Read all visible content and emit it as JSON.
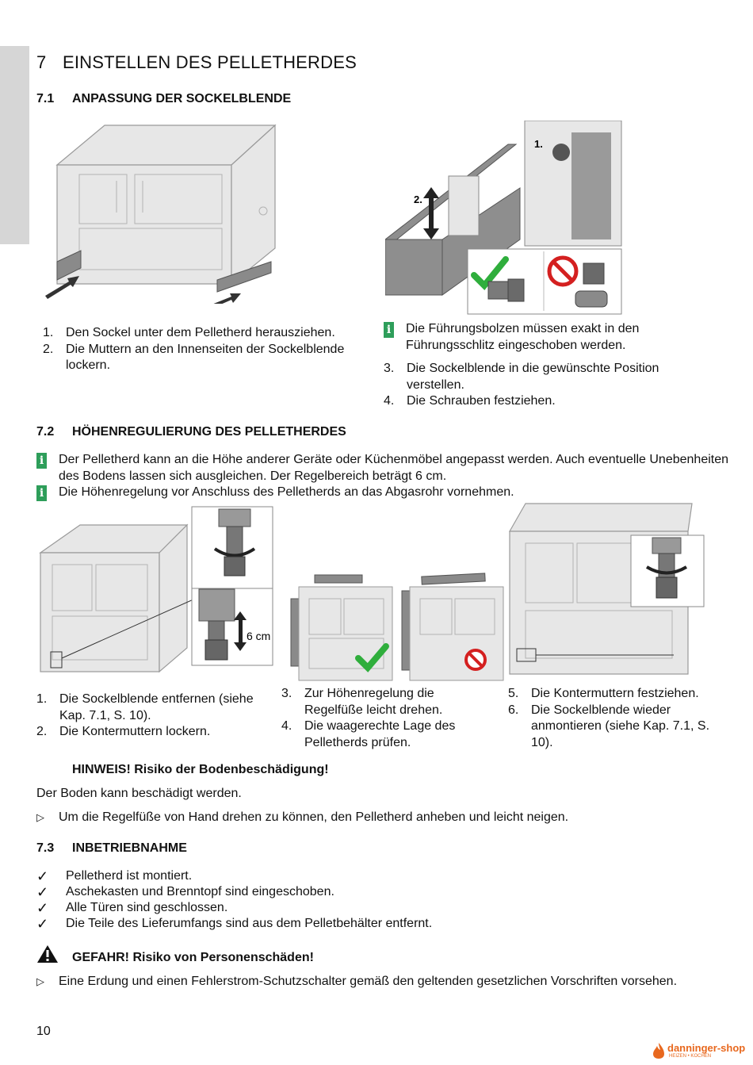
{
  "chapter": {
    "number": "7",
    "title": "EINSTELLEN DES PELLETHERDES"
  },
  "section_7_1": {
    "number": "7.1",
    "title": "ANPASSUNG DER SOCKELBLENDE",
    "figure_labels": {
      "step1": "1.",
      "step2": "2."
    },
    "steps_left": [
      {
        "n": "1.",
        "text": "Den Sockel unter dem Pelletherd herausziehen."
      },
      {
        "n": "2.",
        "text": "Die Muttern an den Innenseiten der Sockelblende lockern."
      }
    ],
    "info": "Die Führungsbolzen müssen exakt in den Führungsschlitz eingeschoben werden.",
    "steps_right": [
      {
        "n": "3.",
        "text": "Die Sockelblende in die gewünschte Position verstellen."
      },
      {
        "n": "4.",
        "text": "Die Schrauben festziehen."
      }
    ]
  },
  "section_7_2": {
    "number": "7.2",
    "title": "HÖHENREGULIERUNG DES PELLETHERDES",
    "info_1": "Der Pelletherd kann an die Höhe anderer Geräte oder Küchenmöbel angepasst werden. Auch eventuelle Unebenheiten des Bodens lassen sich ausgleichen. Der Regelbereich beträgt 6 cm.",
    "info_2": "Die Höhenregelung vor Anschluss des Pelletherds an das Abgasrohr vornehmen.",
    "figure_label_range": "6 cm",
    "steps_col1": [
      {
        "n": "1.",
        "text": "Die Sockelblende entfernen (siehe Kap. 7.1, S. 10)."
      },
      {
        "n": "2.",
        "text": "Die Kontermuttern lockern."
      }
    ],
    "steps_col2": [
      {
        "n": "3.",
        "text": "Zur Höhenregelung die Regelfüße leicht drehen."
      },
      {
        "n": "4.",
        "text": "Die waagerechte Lage des Pelletherds prüfen."
      }
    ],
    "steps_col3": [
      {
        "n": "5.",
        "text": "Die Kontermuttern festziehen."
      },
      {
        "n": "6.",
        "text": "Die Sockelblende wieder anmontieren (siehe Kap. 7.1, S. 10)."
      }
    ],
    "notice_title": "HINWEIS! Risiko der Bodenbeschädigung!",
    "notice_text": "Der Boden kann beschädigt werden.",
    "notice_action": "Um die Regelfüße von Hand drehen zu können, den Pelletherd anheben und leicht neigen."
  },
  "section_7_3": {
    "number": "7.3",
    "title": "INBETRIEBNAHME",
    "checks": [
      "Pelletherd ist montiert.",
      "Aschekasten und Brenntopf sind eingeschoben.",
      "Alle Türen sind geschlossen.",
      "Die Teile des Lieferumfangs sind aus dem Pelletbehälter entfernt."
    ],
    "danger_title": "GEFAHR! Risiko von Personenschäden!",
    "danger_action": "Eine Erdung und einen Fehlerstrom-Schutzschalter gemäß den geltenden gesetzlichen Vorschriften vorsehen."
  },
  "symbols": {
    "info": "i",
    "arrow": "▷",
    "check": "✓"
  },
  "page_number": "10",
  "logo": {
    "brand": "danninger-shop",
    "tagline": "HEIZEN • KOCHEN"
  },
  "colors": {
    "info_green": "#2e9e5a",
    "check_green": "#2fae3c",
    "prohibit_red": "#d42020",
    "logo_orange": "#e8681e"
  }
}
